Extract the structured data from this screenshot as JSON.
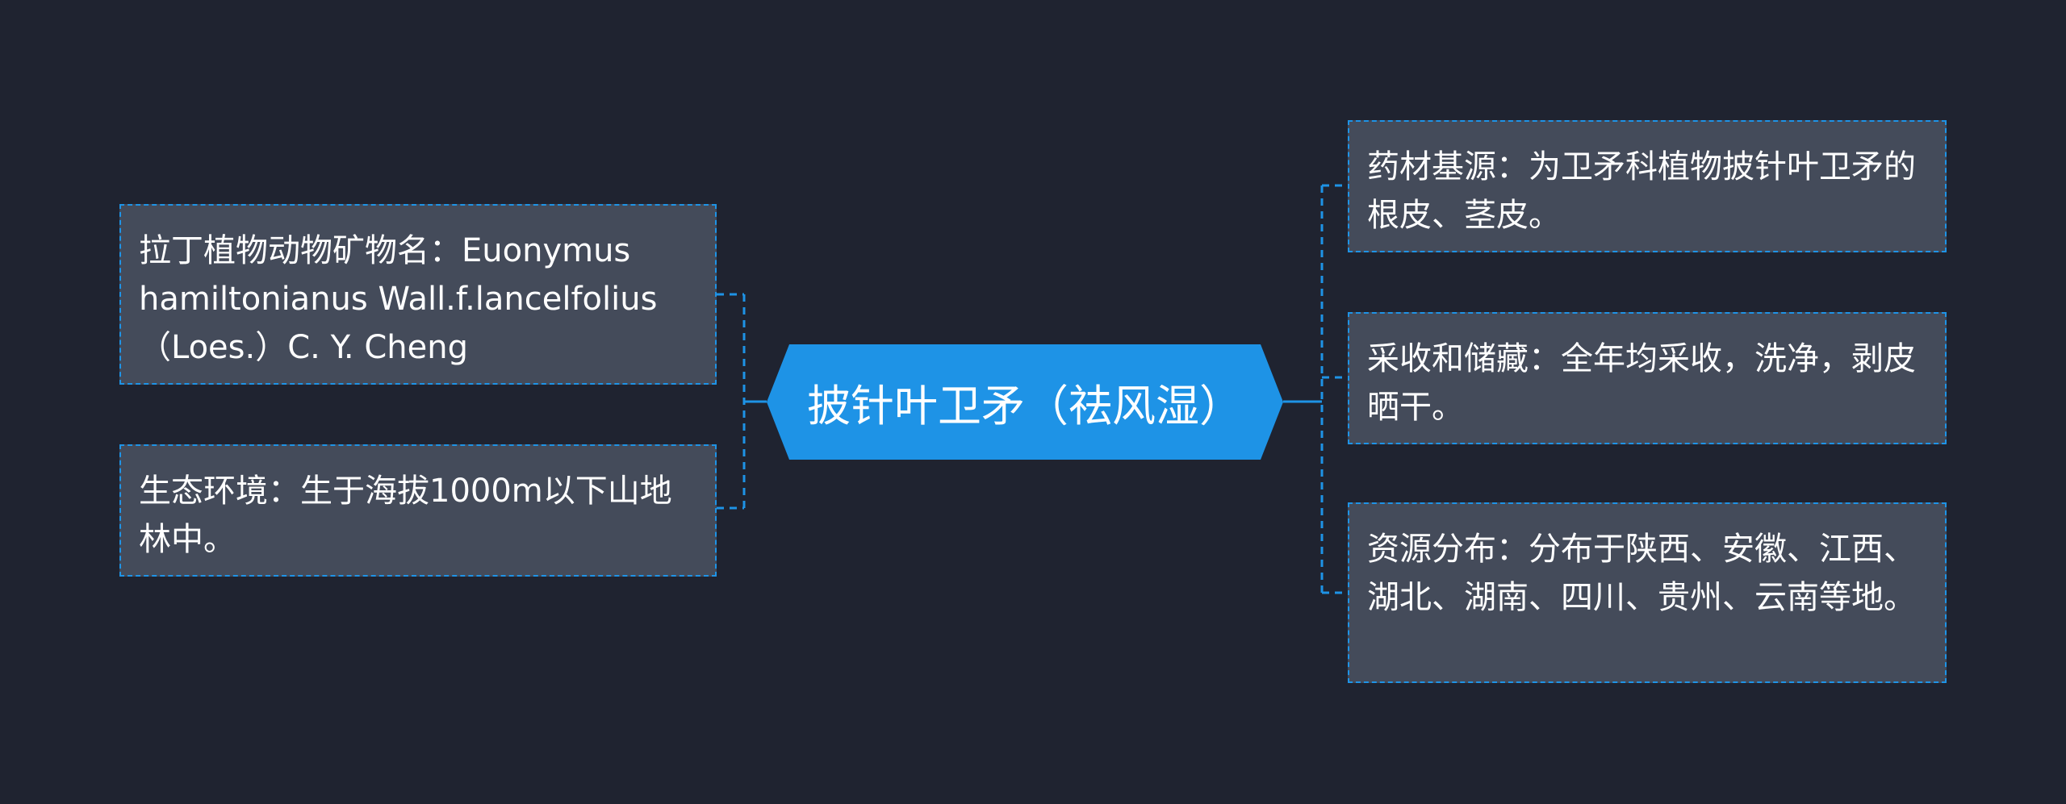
{
  "root": {
    "label": "披针叶卫矛（祛风湿）"
  },
  "left_topics": [
    {
      "text": "拉丁植物动物矿物名：Euonymus hamiltonianus Wall.f.lancelfolius（Loes.）C. Y. Cheng"
    },
    {
      "text": "生态环境：生于海拔1000m以下山地林中。"
    }
  ],
  "right_topics": [
    {
      "text": "药材基源：为卫矛科植物披针叶卫矛的根皮、茎皮。"
    },
    {
      "text": "采收和储藏：全年均采收，洗净，剥皮晒干。"
    },
    {
      "text": "资源分布：分布于陕西、安徽、江西、湖北、湖南、四川、贵州、云南等地。"
    }
  ],
  "colors": {
    "background": "#1f2330",
    "root_fill": "#1e93e6",
    "topic_fill": "#444b5a",
    "connector": "#1e93e6",
    "text": "#ffffff"
  }
}
